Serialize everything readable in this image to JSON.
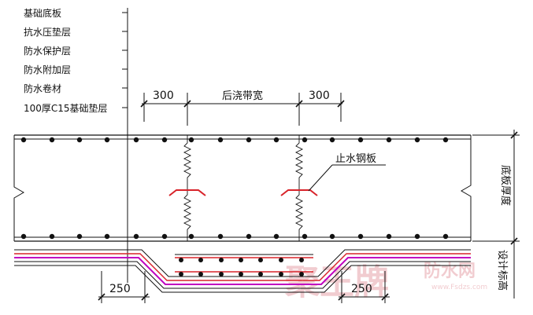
{
  "layer_labels": [
    "基础底板",
    "抗水压垫层",
    "防水保护层",
    "防水附加层",
    "防水卷材",
    "100厚C15基础垫层"
  ],
  "dimensions": {
    "left_offset": "300",
    "band_width": "后浇带宽",
    "right_offset": "300",
    "bottom_left": "250",
    "bottom_right": "250"
  },
  "annotations": {
    "waterstop": "止水钢板",
    "slab_thickness": "底板厚度",
    "design_elevation": "设计标高"
  },
  "watermark": {
    "brand": "聚王牌",
    "suffix": "防水网",
    "url": "www.Fsdzs.com"
  },
  "colors": {
    "line": "#111111",
    "rebar": "#111111",
    "waterproof_red": "#d8232a",
    "waterproof_magenta": "#c000c0",
    "watermark": "#e8a0a8"
  }
}
